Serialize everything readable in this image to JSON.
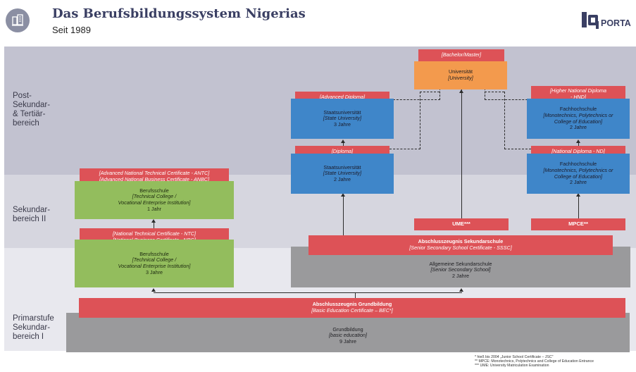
{
  "header": {
    "title": "Das Berufsbildungssystem Nigerias",
    "subtitle": "Seit 1989",
    "logo_text": "PORTA",
    "icon": "building-book-icon"
  },
  "levels": {
    "post_secondary": [
      "Post-",
      "Sekundar-",
      "& Tertiär-",
      "bereich"
    ],
    "secondary_two": [
      "Sekundar-",
      "bereich II"
    ],
    "primary": [
      "Primarstufe",
      "Sekundar-",
      "bereich I"
    ]
  },
  "boxes": {
    "bachelor_cert": "[Bachelor/Master]",
    "university": {
      "name": "Universität",
      "en": "[University]"
    },
    "adv_diploma_cert": "[Advanced Diploma]",
    "state_uni_3": {
      "name": "Staatsuniversität",
      "en": "[State University]",
      "dur": "3 Jahre"
    },
    "diploma_cert": "[Diploma]",
    "state_uni_2": {
      "name": "Staatsuniversität",
      "en": "[State University]",
      "dur": "2 Jahre"
    },
    "hnd_cert": [
      "[Higher National Diploma",
      "- HND]"
    ],
    "poly_hnd": {
      "name": "Fachhochschule",
      "en1": "[Monotechnics, Polytechnics or",
      "en2": "College of Education]",
      "dur": "2 Jahre"
    },
    "nd_cert": "[National Diploma - ND]",
    "poly_nd": {
      "name": "Fachhochschule",
      "en1": "[Monotechnics, Polytechnics or",
      "en2": "College of Education]",
      "dur": "2 Jahre"
    },
    "antc_cert": [
      "[Advanced National Technical Certificate - ANTC]",
      "[Advanced National Business Certificate - ANBC]"
    ],
    "voc_upper": {
      "name": "Berufsschule",
      "en1": "[Technical College /",
      "en2": "Vocational Enterprise Institution]",
      "dur": "1 Jahr"
    },
    "ntc_cert": [
      "[National Technical Certificate - NTC]",
      "[National Business Certificate - NBC]"
    ],
    "voc_lower": {
      "name": "Berufsschule",
      "en1": "[Technical College /",
      "en2": "Vocational Enterprise Institution]",
      "dur": "3 Jahre"
    },
    "ume": "UME***",
    "mpce": "MPCE**",
    "sssc": {
      "name": "Abschlusszeugnis Sekundarschule",
      "en": "[Senior Secondary School Certificate - SSSC]"
    },
    "senior_secondary": {
      "name": "Allgemeine Sekundarschule",
      "en": "[Senior Secondary School]",
      "dur": "2 Jahre"
    },
    "bec": {
      "name": "Abschlusszeugnis Grundbildung",
      "en": "[Basic Education Certificate – BEC*]"
    },
    "basic_education": {
      "name": "Grundbildung",
      "en": "[basic education]",
      "dur": "9 Jahre"
    }
  },
  "footnotes": [
    "* hieß bis 2004 „Junior School Certificate – JSC\"",
    "** MPCE: Monotechnics, Polytechnics and College of Education Entrance",
    "*** UME: University Matriculation Examination"
  ],
  "colors": {
    "certificate": "#dd5257",
    "university_track": "#3f86c9",
    "vocational_track": "#93bd5d",
    "general_track": "#9a9a9c",
    "top_university": "#f39a4d",
    "header_title": "#3a3f63"
  }
}
